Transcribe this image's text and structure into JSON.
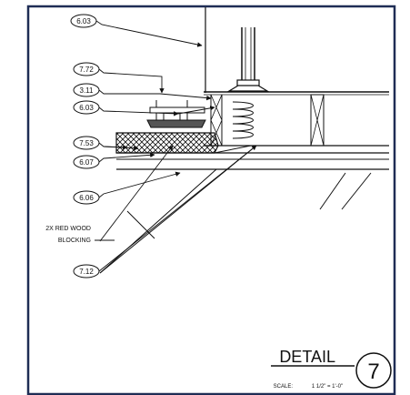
{
  "callouts": [
    {
      "id": "tag-6-03-top",
      "label": "6.03"
    },
    {
      "id": "tag-7-72",
      "label": "7.72"
    },
    {
      "id": "tag-3-11",
      "label": "3.11"
    },
    {
      "id": "tag-6-03-mid",
      "label": "6.03"
    },
    {
      "id": "tag-7-53",
      "label": "7.53"
    },
    {
      "id": "tag-6-07",
      "label": "6.07"
    },
    {
      "id": "tag-6-06",
      "label": "6.06"
    },
    {
      "id": "tag-7-12",
      "label": "7.12"
    }
  ],
  "note": {
    "line1": "2X RED WOOD",
    "line2": "BLOCKING"
  },
  "title_block": {
    "title": "DETAIL",
    "number": "7",
    "scale_label": "SCALE:",
    "scale_value": "1 1/2\" = 1'-0\""
  },
  "colors": {
    "border": "#1f2d55",
    "line": "#111111",
    "background": "#ffffff"
  }
}
